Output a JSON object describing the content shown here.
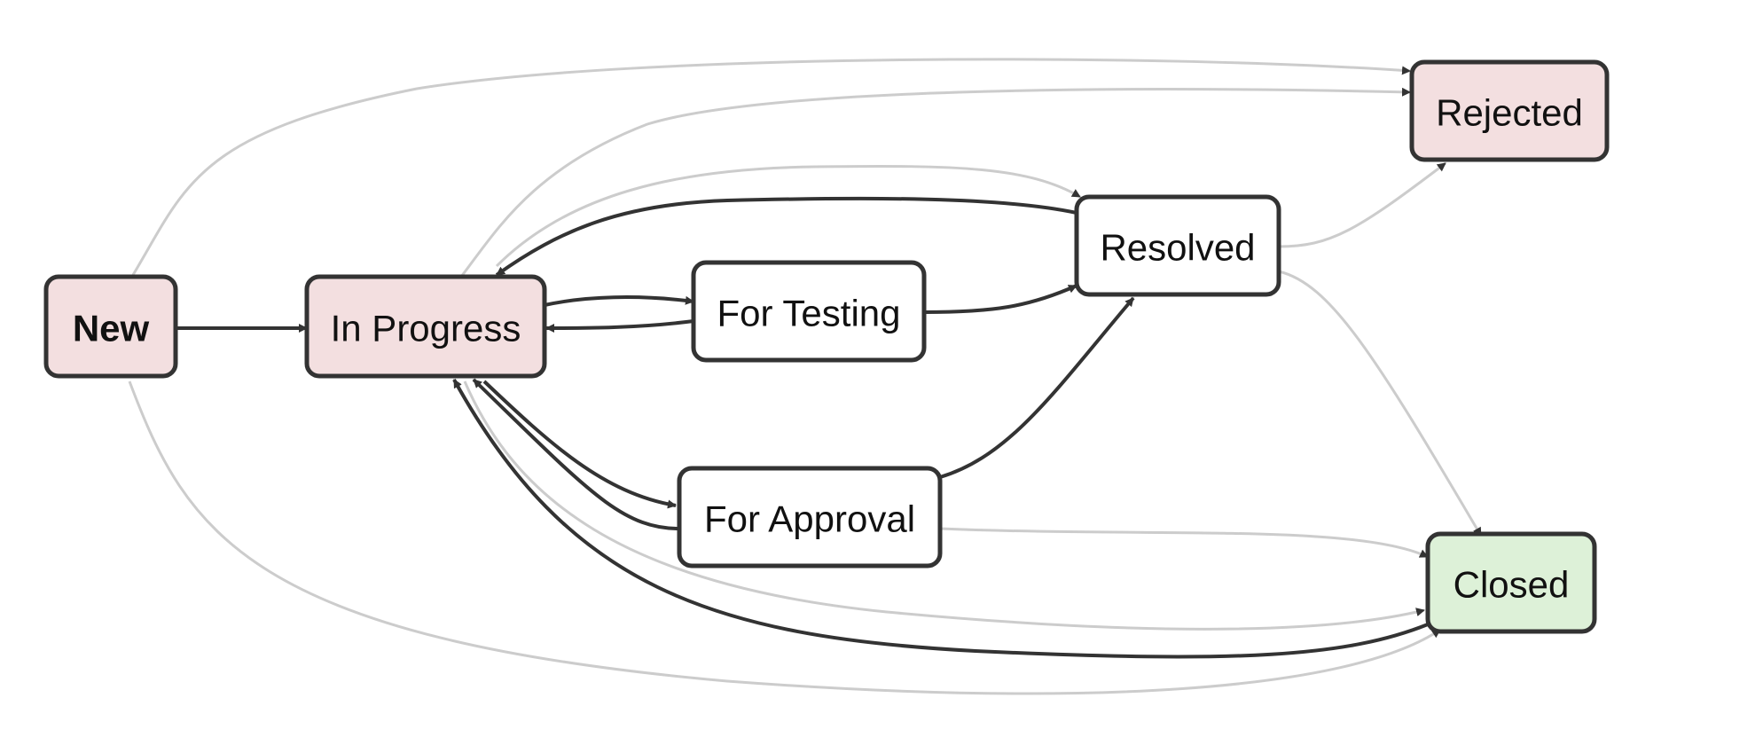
{
  "diagram": {
    "colors": {
      "stroke": "#333333",
      "edge_dark": "#333333",
      "edge_light": "#cccccc",
      "fill_pink": "#f3dfe0",
      "fill_white": "#ffffff",
      "fill_green": "#ddf1d8"
    },
    "nodes": [
      {
        "id": "new",
        "label": "New",
        "bold": true,
        "fill": "#f3dfe0"
      },
      {
        "id": "in_progress",
        "label": "In Progress",
        "bold": false,
        "fill": "#f3dfe0"
      },
      {
        "id": "for_testing",
        "label": "For Testing",
        "bold": false,
        "fill": "#ffffff"
      },
      {
        "id": "for_approval",
        "label": "For Approval",
        "bold": false,
        "fill": "#ffffff"
      },
      {
        "id": "resolved",
        "label": "Resolved",
        "bold": false,
        "fill": "#ffffff"
      },
      {
        "id": "rejected",
        "label": "Rejected",
        "bold": false,
        "fill": "#f3dfe0"
      },
      {
        "id": "closed",
        "label": "Closed",
        "bold": false,
        "fill": "#ddf1d8"
      }
    ],
    "edges": [
      {
        "from": "new",
        "to": "in_progress",
        "style": "dark"
      },
      {
        "from": "in_progress",
        "to": "for_testing",
        "style": "dark"
      },
      {
        "from": "for_testing",
        "to": "in_progress",
        "style": "dark"
      },
      {
        "from": "for_testing",
        "to": "resolved",
        "style": "dark"
      },
      {
        "from": "resolved",
        "to": "in_progress",
        "style": "dark"
      },
      {
        "from": "in_progress",
        "to": "for_approval",
        "style": "dark"
      },
      {
        "from": "for_approval",
        "to": "in_progress",
        "style": "dark"
      },
      {
        "from": "for_approval",
        "to": "resolved",
        "style": "dark"
      },
      {
        "from": "closed",
        "to": "in_progress",
        "style": "dark"
      },
      {
        "from": "new",
        "to": "rejected",
        "style": "light"
      },
      {
        "from": "in_progress",
        "to": "rejected",
        "style": "light"
      },
      {
        "from": "in_progress",
        "to": "resolved",
        "style": "light"
      },
      {
        "from": "resolved",
        "to": "rejected",
        "style": "light"
      },
      {
        "from": "resolved",
        "to": "closed",
        "style": "light"
      },
      {
        "from": "for_approval",
        "to": "closed",
        "style": "light"
      },
      {
        "from": "in_progress",
        "to": "closed",
        "style": "light"
      },
      {
        "from": "new",
        "to": "closed",
        "style": "light"
      }
    ]
  }
}
